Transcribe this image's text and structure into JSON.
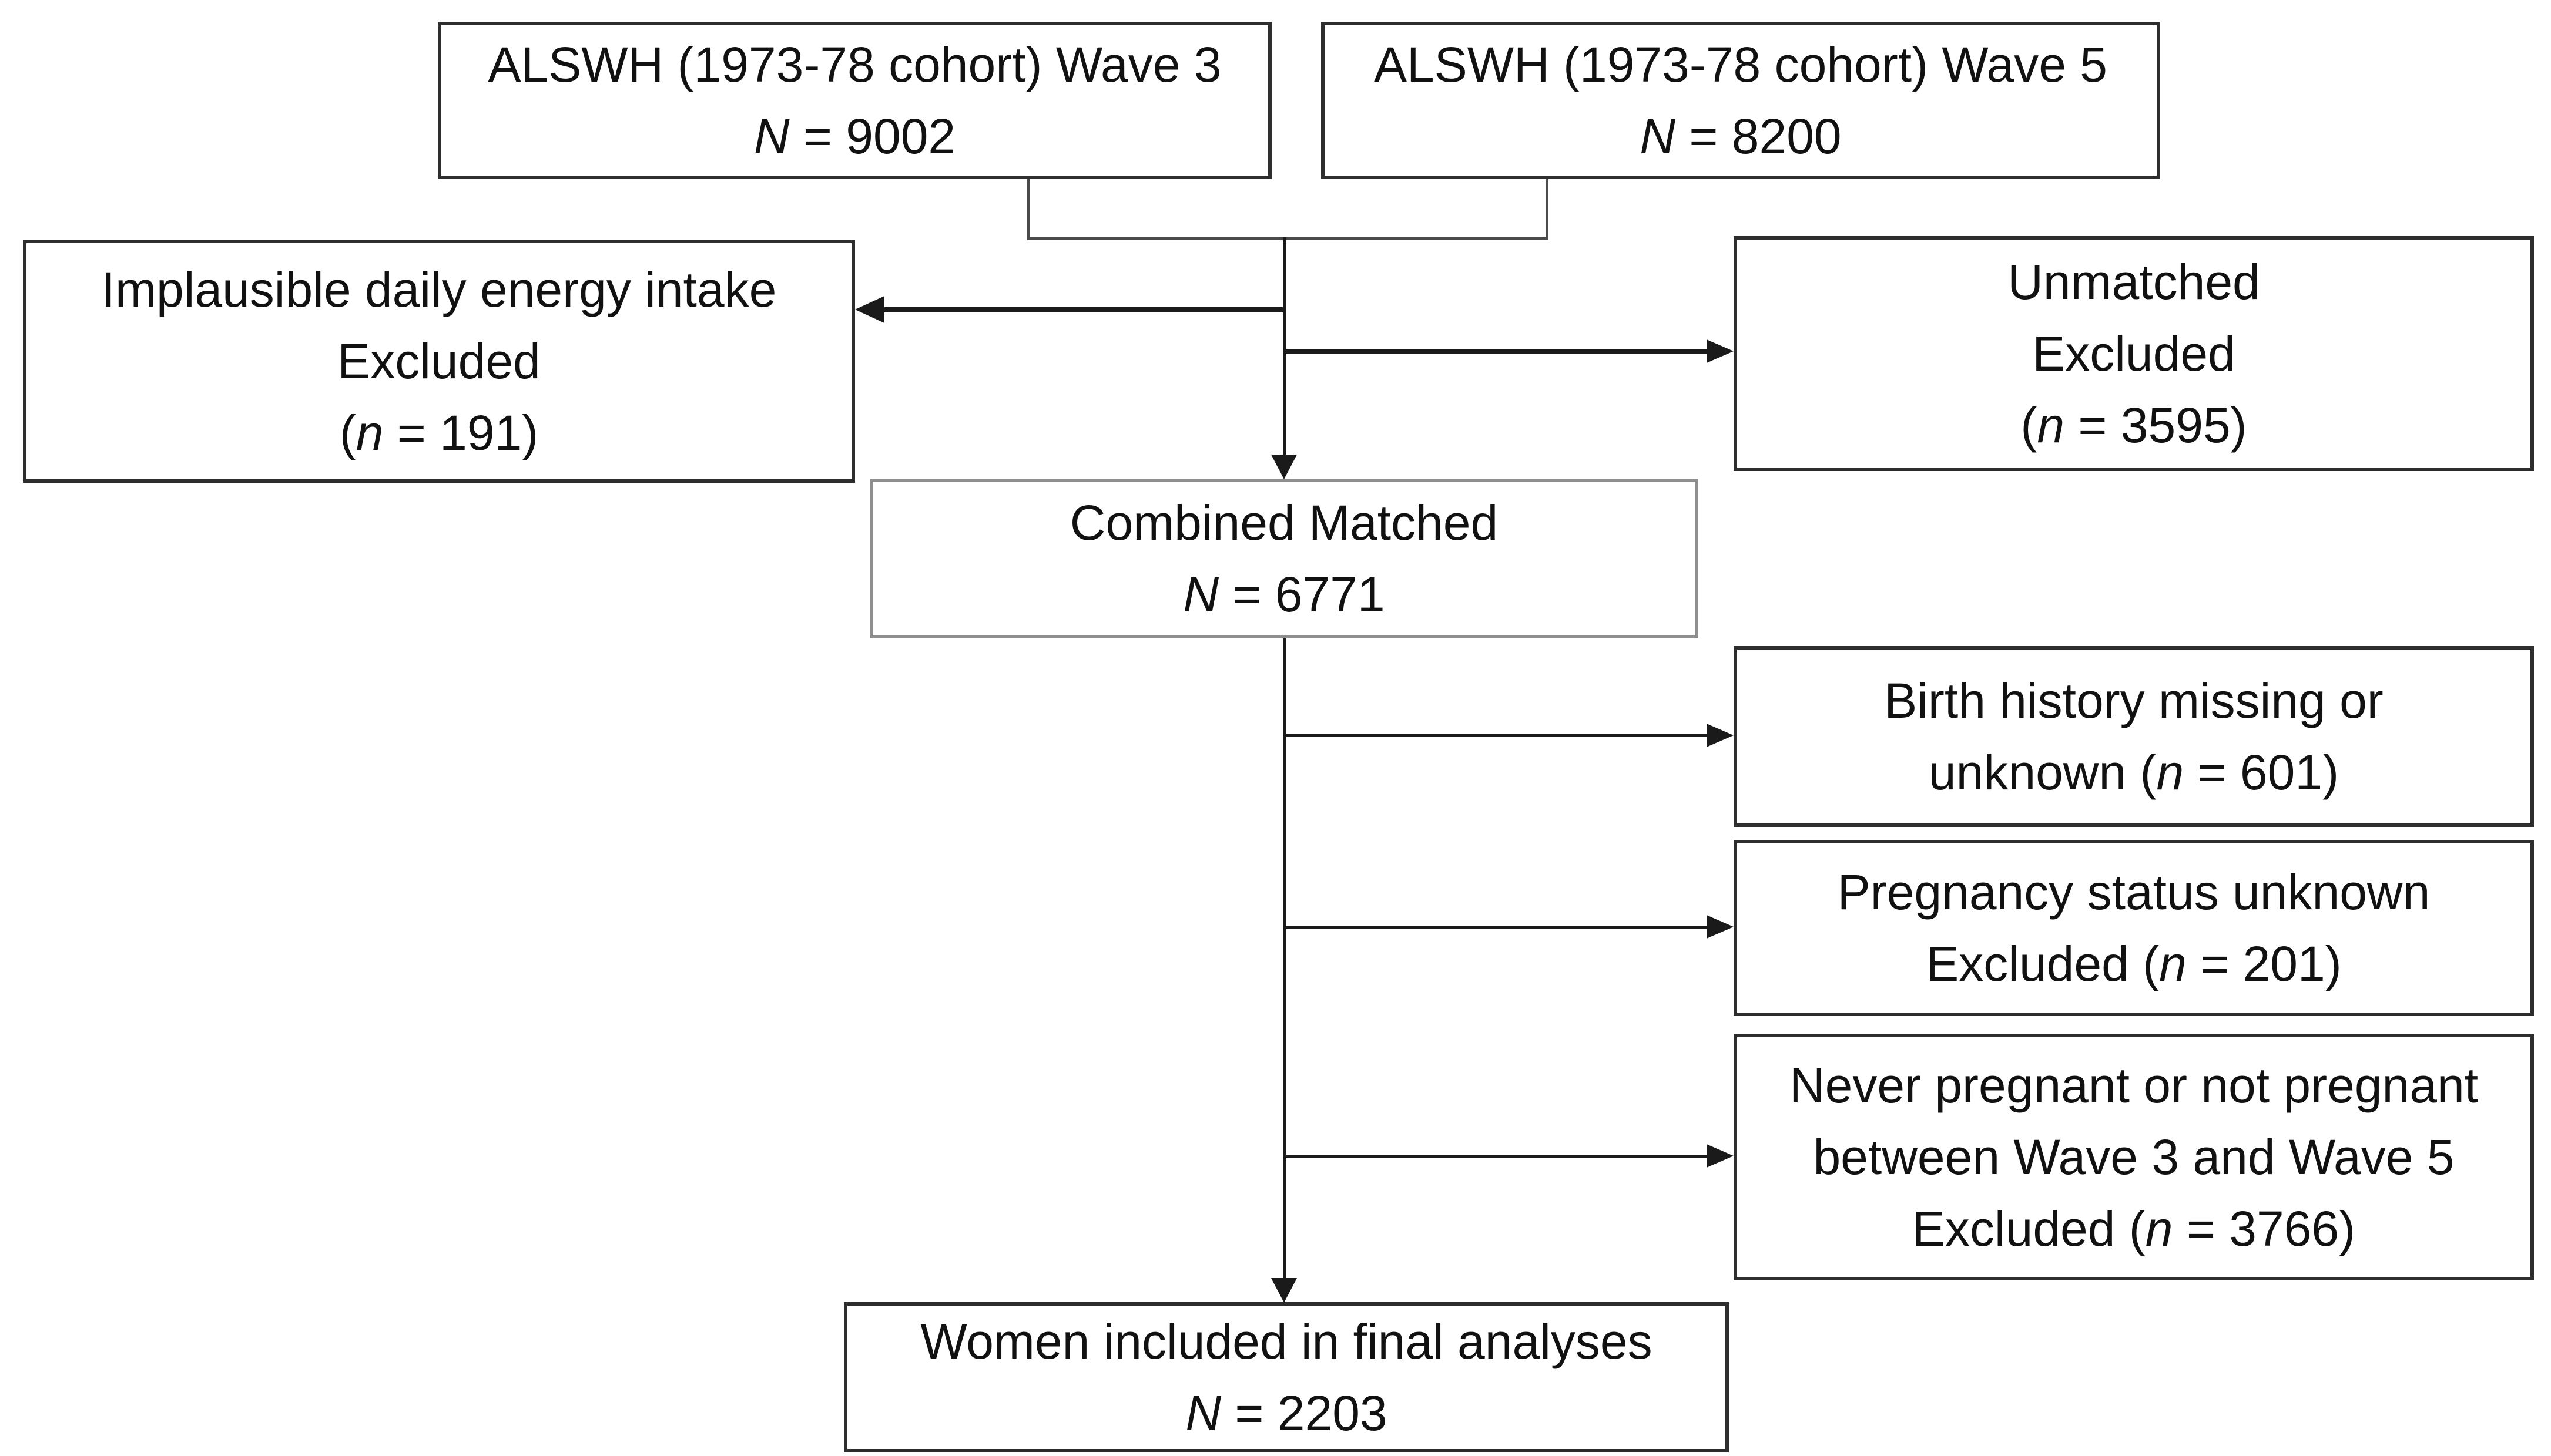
{
  "diagram": {
    "type": "participant-flow-chart",
    "colors": {
      "background": "#ffffff",
      "box_border": "#2e2e2e",
      "combined_box_border": "#8f8f8f",
      "connector": "#1a1a1a",
      "bracket": "#4a4a4a",
      "text": "#111111"
    },
    "boxes": {
      "wave3": {
        "lines": [
          {
            "pre": "ALSWH (1973-78 cohort) Wave 3"
          },
          {
            "em": "N",
            "post": " = 9002"
          }
        ]
      },
      "wave5": {
        "lines": [
          {
            "pre": "ALSWH (1973-78 cohort) Wave 5"
          },
          {
            "em": "N",
            "post": " = 8200"
          }
        ]
      },
      "implausible": {
        "lines": [
          {
            "pre": "Implausible daily energy intake"
          },
          {
            "pre": "Excluded"
          },
          {
            "pre": "(",
            "em": "n",
            "post": " = 191)"
          }
        ]
      },
      "unmatched": {
        "lines": [
          {
            "pre": "Unmatched"
          },
          {
            "pre": "Excluded"
          },
          {
            "pre": "(",
            "em": "n",
            "post": " = 3595)"
          }
        ]
      },
      "combined": {
        "lines": [
          {
            "pre": "Combined Matched"
          },
          {
            "em": "N",
            "post": " = 6771"
          }
        ]
      },
      "birth": {
        "lines": [
          {
            "pre": "Birth history missing or"
          },
          {
            "pre": "unknown (",
            "em": "n",
            "post": " = 601)"
          }
        ]
      },
      "pregnancy": {
        "lines": [
          {
            "pre": "Pregnancy status unknown"
          },
          {
            "pre": "Excluded (",
            "em": "n",
            "post": " = 201)"
          }
        ]
      },
      "never": {
        "lines": [
          {
            "pre": "Never pregnant or not pregnant"
          },
          {
            "pre": "between Wave 3 and Wave 5"
          },
          {
            "pre": "Excluded (",
            "em": "n",
            "post": " = 3766)"
          }
        ]
      },
      "final": {
        "lines": [
          {
            "pre": "Women included in final analyses"
          },
          {
            "em": "N",
            "post": " = 2203"
          }
        ]
      }
    }
  }
}
